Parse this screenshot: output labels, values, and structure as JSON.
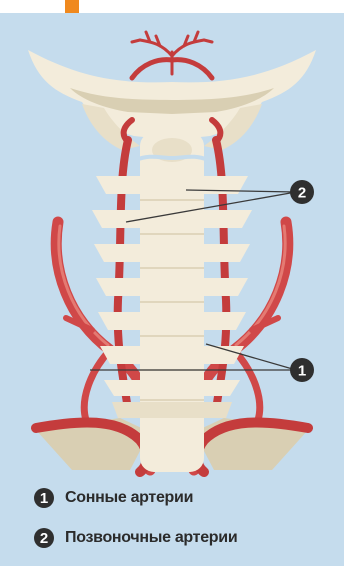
{
  "callouts": [
    {
      "number": "2",
      "side": "upper"
    },
    {
      "number": "1",
      "side": "lower"
    }
  ],
  "legend": [
    {
      "number": "1",
      "label": "Сонные артерии"
    },
    {
      "number": "2",
      "label": "Позвоночные артерии"
    }
  ],
  "colors": {
    "background": "#c5dced",
    "bone": "#f3ecdb",
    "bone_shade": "#d9cfb3",
    "artery": "#d04848",
    "accent": "#f0891e",
    "badge": "#2f2f2f"
  }
}
